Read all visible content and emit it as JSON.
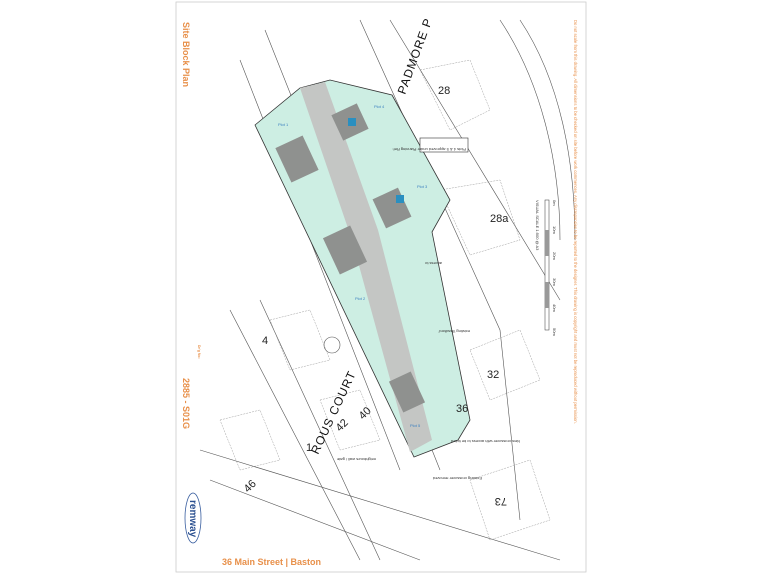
{
  "title_block": {
    "title": "Site Block Plan",
    "drawing_no_label": "Dr'g No:",
    "drawing_no": "2885 - S01G",
    "address": "36 Main Street | Baston",
    "logo_text": "remway"
  },
  "map": {
    "streets": [
      "PADMORE P",
      "ROUS COURT"
    ],
    "house_numbers": [
      "28",
      "28a",
      "32",
      "36",
      "40",
      "42",
      "46",
      "73",
      "1",
      "4"
    ],
    "plots": [
      "Plot 1",
      "Plot 2",
      "Plot 3",
      "Plot 4",
      "Plot 5"
    ],
    "annotations": [
      "Plots 4 & 5 approved under Planning Ref:",
      "access to",
      "existing 'Bradford'",
      "New crossover with access to be tidied",
      "Existing crossover removed",
      "neighbours wall / gate",
      "VISUAL SCALE 1:500 @ A3"
    ],
    "scale_ticks": [
      "0m",
      "10m",
      "20m",
      "30m",
      "40m",
      "50m"
    ]
  },
  "notes": {
    "text": "Do not scale from this drawing. All dimensions to be checked on site before work commences. Any discrepancies to be reported to the designer. This drawing is copyright and must not be reproduced without permission."
  },
  "colors": {
    "accent": "#e8904a",
    "site_fill": "#cdeee3",
    "road": "#c4c6c4",
    "roof": "#8f918f",
    "plot_label": "#3a7fc0"
  }
}
